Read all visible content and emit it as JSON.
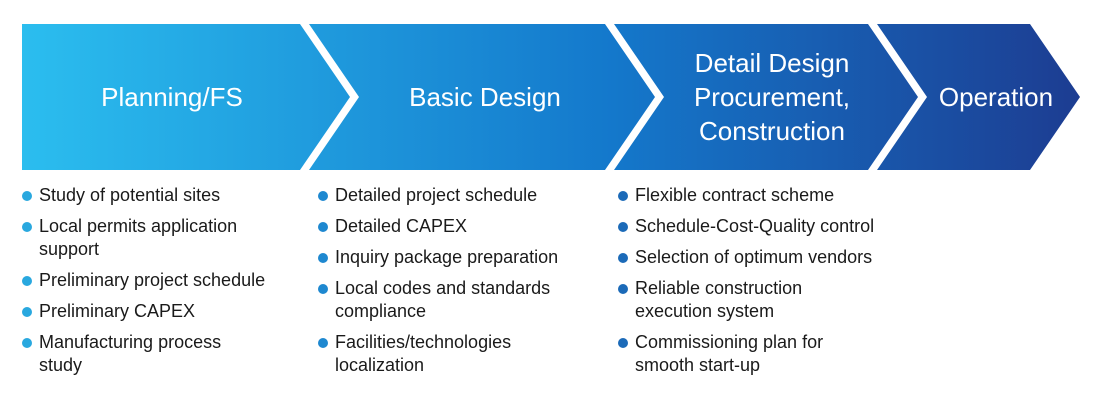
{
  "colors": {
    "gradient_start": "#2cc0f0",
    "gradient_mid": "#1479cc",
    "gradient_end": "#1d3a8f",
    "bullet_col_1": "#29a8df",
    "bullet_col_2": "#1e88d0",
    "bullet_col_3": "#1b6ab8",
    "text": "#1a1a1a",
    "stage_text": "#ffffff"
  },
  "stages": [
    {
      "lines": [
        "Planning/FS"
      ]
    },
    {
      "lines": [
        "Basic Design"
      ]
    },
    {
      "lines": [
        "Detail Design",
        "Procurement,",
        "Construction"
      ]
    },
    {
      "lines": [
        "Operation"
      ]
    }
  ],
  "columns": [
    {
      "items": [
        {
          "lines": [
            "Study of potential sites"
          ]
        },
        {
          "lines": [
            "Local permits application",
            "support"
          ]
        },
        {
          "lines": [
            "Preliminary project schedule"
          ]
        },
        {
          "lines": [
            "Preliminary CAPEX"
          ]
        },
        {
          "lines": [
            "Manufacturing process",
            "study"
          ]
        }
      ]
    },
    {
      "items": [
        {
          "lines": [
            "Detailed project schedule"
          ]
        },
        {
          "lines": [
            "Detailed CAPEX"
          ]
        },
        {
          "lines": [
            "Inquiry package preparation"
          ]
        },
        {
          "lines": [
            "Local codes and standards",
            "compliance"
          ]
        },
        {
          "lines": [
            "Facilities/technologies",
            "localization"
          ]
        }
      ]
    },
    {
      "items": [
        {
          "lines": [
            "Flexible contract scheme"
          ]
        },
        {
          "lines": [
            "Schedule-Cost-Quality control"
          ]
        },
        {
          "lines": [
            "Selection of optimum vendors"
          ]
        },
        {
          "lines": [
            "Reliable construction",
            "execution system"
          ]
        },
        {
          "lines": [
            "Commissioning plan for",
            "smooth start-up"
          ]
        }
      ]
    }
  ]
}
